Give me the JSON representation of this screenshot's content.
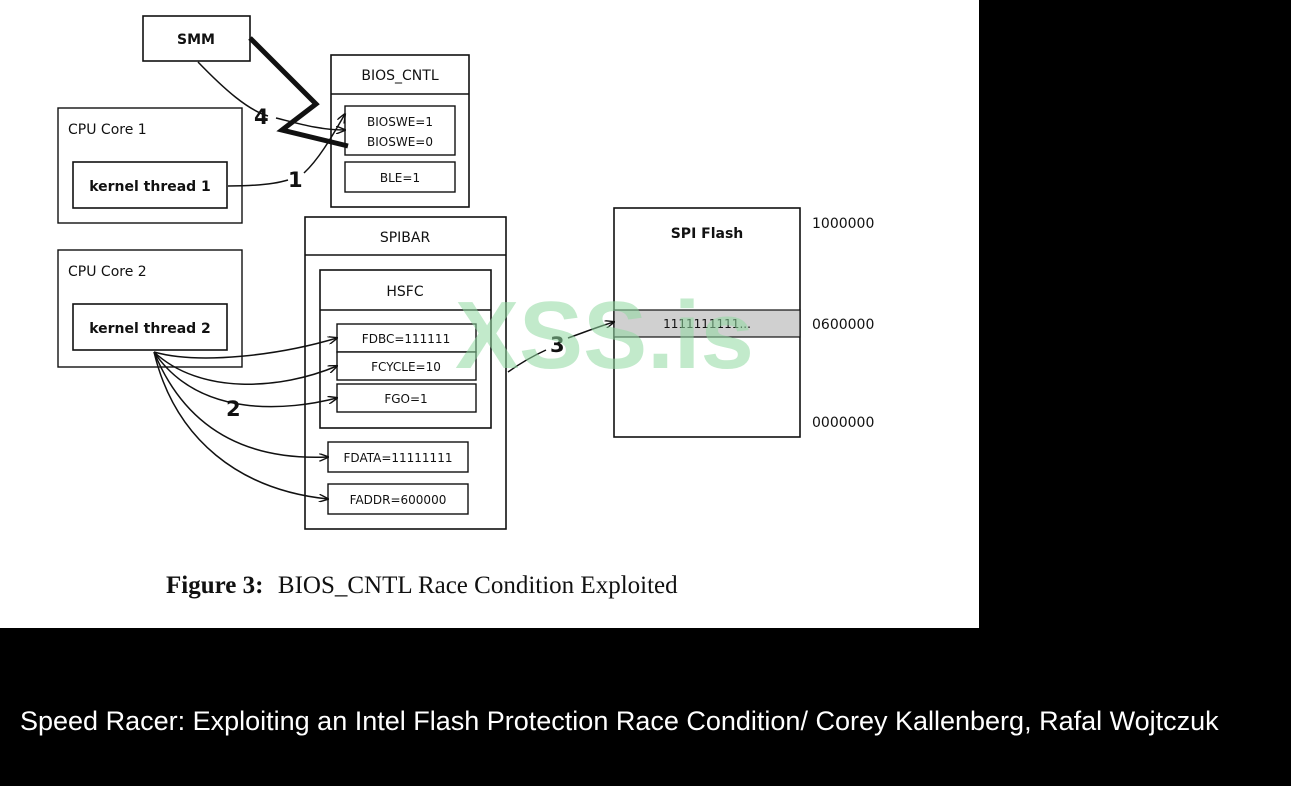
{
  "diagram": {
    "nodes": {
      "smm": "SMM",
      "bios_cntl": "BIOS_CNTL",
      "bioswe_1": "BIOSWE=1",
      "bioswe_0": "BIOSWE=0",
      "ble": "BLE=1",
      "cpu_core_1": "CPU Core 1",
      "kernel_thread_1": "kernel thread 1",
      "cpu_core_2": "CPU Core 2",
      "kernel_thread_2": "kernel thread 2",
      "spibar": "SPIBAR",
      "hsfc": "HSFC",
      "fdbc": "FDBC=111111",
      "fcycle": "FCYCLE=10",
      "fgo": "FGO=1",
      "fdata": "FDATA=11111111",
      "faddr": "FADDR=600000",
      "spi_flash": "SPI Flash",
      "flash_data": "1111111111..."
    },
    "addresses": {
      "top": "1000000",
      "middle": "0600000",
      "bottom": "0000000"
    },
    "steps": {
      "one": "1",
      "two": "2",
      "three": "3",
      "four": "4"
    },
    "caption": {
      "prefix": "Figure 3:",
      "text": "BIOS_CNTL Race Condition Exploited"
    }
  },
  "watermark": "XSS.is",
  "footer": "Speed Racer: Exploiting an Intel Flash Protection Race Condition/ Corey Kallenberg, Rafal Wojtczuk",
  "colors": {
    "slide_background": "#000000",
    "figure_background": "#ffffff",
    "watermark": "#8fd8a0",
    "flash_band": "#d0d0d0"
  }
}
